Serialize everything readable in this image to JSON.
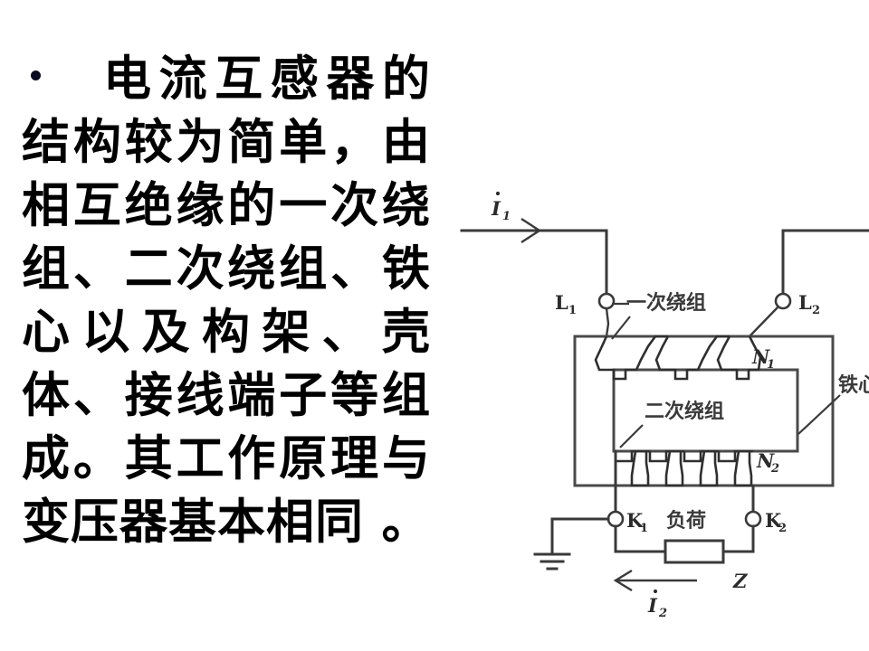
{
  "slide": {
    "background_color": "#ffffff",
    "text_color": "#000000"
  },
  "content": {
    "bullet_symbol": "•",
    "paragraph": "电流互感器的结构较为简单，由相互绝缘的一次绕组、二次绕组、铁心以及构架、壳体、接线端子等组成。其工作原理与变压器基本相同 。"
  },
  "diagram": {
    "title": "current-transformer-schematic",
    "labels": {
      "primary_current": "I",
      "primary_current_sub": "1",
      "secondary_current": "I",
      "secondary_current_sub": "2",
      "terminal_l1": "L",
      "terminal_l1_sub": "1",
      "terminal_l2": "L",
      "terminal_l2_sub": "2",
      "terminal_k1": "K",
      "terminal_k1_sub": "1",
      "terminal_k2": "K",
      "terminal_k2_sub": "2",
      "primary_winding": "一次绕组",
      "secondary_winding": "二次绕组",
      "turns_primary": "N",
      "turns_primary_sub": "1",
      "turns_secondary": "N",
      "turns_secondary_sub": "2",
      "iron_core": "铁",
      "load": "负荷",
      "impedance": "Z"
    },
    "colors": {
      "wire": "#3a3a3a",
      "core": "#4a4a4a",
      "label": "#2b2b2b"
    }
  }
}
